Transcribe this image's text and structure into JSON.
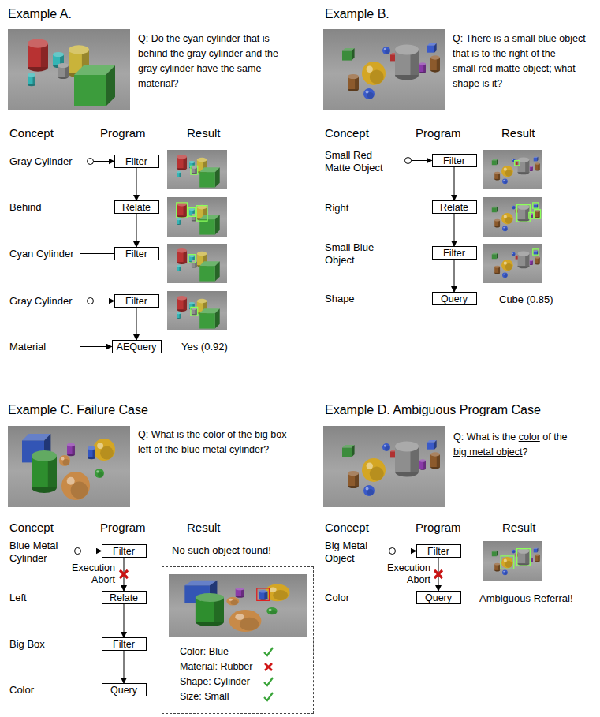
{
  "diagram": {
    "nodes": [
      {
        "text": [
          "Filter"
        ]
      },
      {
        "text": [
          "Relate"
        ]
      },
      {
        "text": [
          "Filter"
        ]
      },
      {
        "text": [
          "Filter"
        ]
      },
      {
        "text": [
          "AEQuery"
        ]
      },
      {
        "text": [
          "Filter"
        ]
      },
      {
        "text": [
          "Relate"
        ]
      },
      {
        "text": [
          "Filter"
        ]
      },
      {
        "text": [
          "Query"
        ]
      },
      {
        "text": [
          "Filter"
        ]
      },
      {
        "text": [
          "Relate"
        ]
      },
      {
        "text": [
          "Filter"
        ]
      },
      {
        "text": [
          "Query"
        ]
      },
      {
        "text": [
          "Color: Blue",
          "Material: Rubber",
          "Shape: Cylinder",
          "Size: Small"
        ]
      },
      {
        "text": [
          "Filter"
        ]
      },
      {
        "text": [
          "Query"
        ]
      }
    ],
    "edges": [
      {
        "from": 0,
        "to": 1,
        "arrow": "to"
      },
      {
        "from": 1,
        "to": 2,
        "arrow": "to"
      },
      {
        "from": 2,
        "to": 4,
        "arrow": "to"
      },
      {
        "from": 3,
        "to": 4,
        "arrow": "to"
      },
      {
        "from": 5,
        "to": 6,
        "arrow": "to"
      },
      {
        "from": 6,
        "to": 7,
        "arrow": "to"
      },
      {
        "from": 7,
        "to": 8,
        "arrow": "to"
      },
      {
        "from": 9,
        "to": 10,
        "arrow": "to"
      },
      {
        "from": 10,
        "to": 11,
        "arrow": "to"
      },
      {
        "from": 11,
        "to": 12,
        "arrow": "to"
      },
      {
        "from": 14,
        "to": 15,
        "arrow": "to"
      }
    ],
    "labels": [
      "Example A.",
      "Q: Do the",
      "cyan cylinder",
      "that is",
      "behind",
      "the",
      "gray cylinder",
      "and the",
      "gray cylinder",
      "have the same",
      "material",
      "?",
      "Concept",
      "Program",
      "Result",
      "Gray Cylinder",
      "Behind",
      "Cyan Cylinder",
      "Gray Cylinder",
      "Material",
      "Yes (0.92)",
      "Example B.",
      "Q: There is a",
      "small blue object",
      "that is to the",
      "right",
      "of the",
      "small red matte object",
      ";",
      "what",
      "shape",
      "is it?",
      "Concept",
      "Program",
      "Result",
      "Small Red Matte Object",
      "Right",
      "Small Blue Object",
      "Shape",
      "Cube (0.85)",
      "Example C. Failure Case",
      "Q: What is the",
      "color",
      "of the",
      "big box",
      "left",
      "of the",
      "blue metal cylinder",
      "?",
      "Concept",
      "Program",
      "Result",
      "Blue Metal Cylinder",
      "Left",
      "Big Box",
      "Color",
      "No such object found!",
      "Execution Abort",
      "Example D. Ambiguous Program Case",
      "Q: What is the",
      "color",
      "of the",
      "big metal object",
      "?",
      "Concept",
      "Program",
      "Result",
      "Big Metal Object",
      "Color",
      "Execution Abort",
      "Ambiguous Referral!"
    ]
  }
}
